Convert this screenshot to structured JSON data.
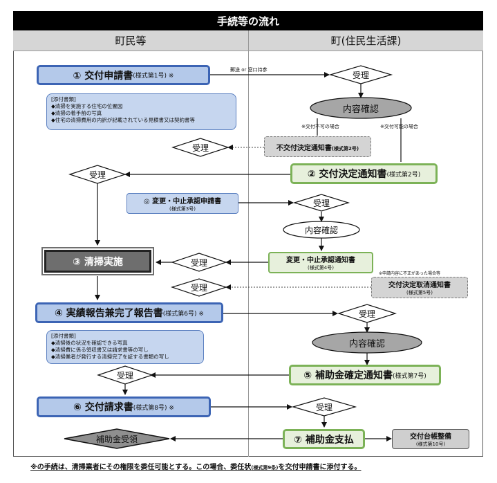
{
  "title": "手続等の流れ",
  "columns": {
    "left": "町民等",
    "right": "町(住民生活課)"
  },
  "steps": {
    "s1": {
      "main": "① 交付申請書",
      "sub": "(様式第1号) ※"
    },
    "s2": {
      "main": "② 交付決定通知書",
      "sub": "(様式第2号)"
    },
    "s3": {
      "main": "③ 清掃実施"
    },
    "s4": {
      "main": "④ 実績報告兼完了報告書",
      "sub": "(様式第6号) ※"
    },
    "s5": {
      "main": "⑤ 補助金確定通知書",
      "sub": "(様式第7号)"
    },
    "s6": {
      "main": "⑥ 交付請求書",
      "sub": "(様式第8号) ※"
    },
    "s7": {
      "main": "⑦ 補助金支払"
    }
  },
  "notes": {
    "attach1": {
      "header": "[添付書類]",
      "lines": [
        "◆清掃を実施する住宅の位置図",
        "◆清掃の着手前の写真",
        "◆住宅の清掃費用の内訳が記載されている見積書又は契約書等"
      ]
    },
    "attach4": {
      "header": "[添付書類]",
      "lines": [
        "◆清掃後の状況を確認できる写真",
        "◆清掃費に係る領収書又は請求書等の写し",
        "◆清掃業者が発行する清掃完了を証する書類の写し"
      ]
    }
  },
  "boxes": {
    "fukafu": {
      "main": "不交付決定通知書",
      "sub": "(様式第2号)"
    },
    "henko": {
      "main": "◎ 変更・中止承認申請書",
      "sub": "(様式第3号)"
    },
    "henko_notice": {
      "main": "変更・中止承認通知書",
      "sub": "(様式第4号)"
    },
    "torikeshi": {
      "main": "交付決定取消通知書",
      "sub": "(様式第5号)"
    },
    "daicho": {
      "main": "交付台帳整備",
      "sub": "(様式第10号)"
    }
  },
  "shapes": {
    "juri": "受理",
    "naiyo": "内容確認",
    "hojo_juryo": "補助金受領"
  },
  "annotations": {
    "mail": "郵送 or 窓口持参",
    "fuka": "※交付不可の場合",
    "ka": "※交付可能の場合",
    "fusei": "※申請内容に不正があった場合等"
  },
  "footer": {
    "a": "※の手続は、清掃業者にその権限を委任可能とする。この場合、委任状",
    "b": "(様式第9条)",
    "c": "を交付申請書に添付する。"
  },
  "colors": {
    "blue_fill": "#b4c9ea",
    "blue_border": "#3c64b4",
    "green_fill": "#e7f0dc",
    "green_border": "#7cb257",
    "gray_fill": "#d4d4d4",
    "dark_fill": "#6e6e6e",
    "header_gray": "#d6d6d6"
  }
}
